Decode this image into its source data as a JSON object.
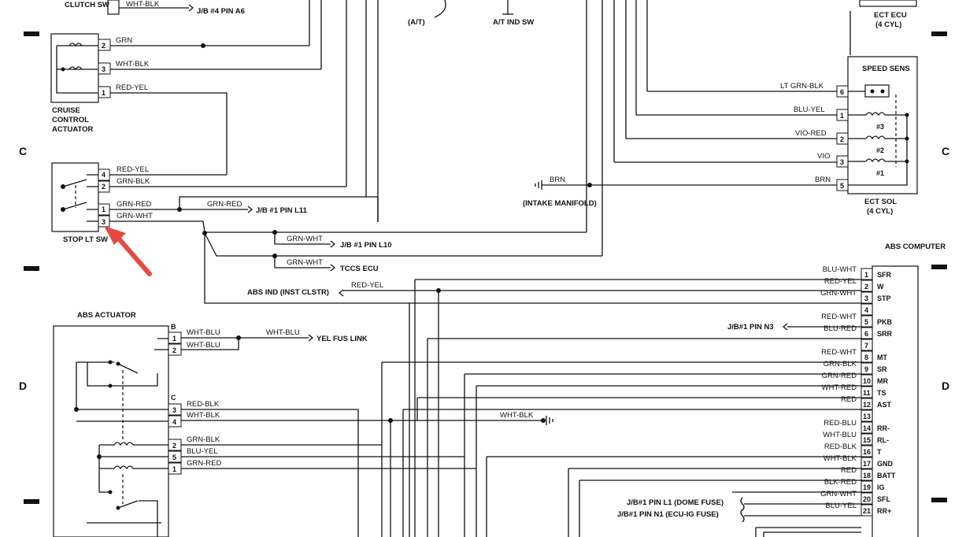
{
  "grid": {
    "row_c": "C",
    "row_d": "D"
  },
  "labels": {
    "clutch_sw": "CLUTCH SW",
    "jb4_a6": "J/B #4 PIN A6",
    "at": "(A/T)",
    "at_ind_sw": "A/T IND SW",
    "ect_ecu": "ECT ECU",
    "four_cyl": "(4 CYL)",
    "cruise_line1": "CRUISE",
    "cruise_line2": "CONTROL",
    "cruise_line3": "ACTUATOR",
    "speed_sens": "SPEED SENS",
    "stop_lt_sw": "STOP LT SW",
    "ect_sol": "ECT SOL",
    "ect_sol_cyl": "(4 CYL)",
    "intake_manifold": "(INTAKE MANIFOLD)",
    "jb1_l11": "J/B #1 PIN L11",
    "jb1_l10": "J/B #1 PIN L10",
    "tccs_ecu": "TCCS ECU",
    "abs_computer": "ABS COMPUTER",
    "abs_ind": "ABS IND (INST CLSTR)",
    "abs_actuator": "ABS ACTUATOR",
    "yel_fus_link": "YEL FUS LINK",
    "jb1_n3": "J/B#1 PIN N3",
    "jb1_l1": "J/B#1 PIN L1 (DOME FUSE)",
    "jb1_n1": "J/B#1 PIN N1 (ECU-IG FUSE)",
    "sol3": "#3",
    "sol2": "#2",
    "sol1": "#1",
    "conn_b": "B",
    "conn_c": "C"
  },
  "wires": {
    "wht_blk_clutch": "WHT-BLK",
    "cruise_grn": "GRN",
    "cruise_wht_blk": "WHT-BLK",
    "cruise_red_yel": "RED-YEL",
    "stop_red_yel": "RED-YEL",
    "stop_grn_blk": "GRN-BLK",
    "stop_grn_red": "GRN-RED",
    "stop_grn_red2": "GRN-RED",
    "stop_grn_wht": "GRN-WHT",
    "grn_wht_l10": "GRN-WHT",
    "grn_wht_tccs": "GRN-WHT",
    "abs_ind_red_yel": "RED-YEL",
    "lt_grn_blk": "LT GRN-BLK",
    "blu_yel": "BLU-YEL",
    "vio_red": "VIO-RED",
    "vio": "VIO",
    "brn_sol": "BRN",
    "brn_ground": "BRN",
    "act_wht_blu_1": "WHT-BLU",
    "act_wht_blu_2": "WHT-BLU",
    "fus_wht_blu": "WHT-BLU",
    "act_red_blk": "RED-BLK",
    "act_wht_blk": "WHT-BLK",
    "gnd_wht_blk": "WHT-BLK",
    "act_grn_blk": "GRN-BLK",
    "act_blu_yel": "BLU-YEL",
    "act_grn_red": "GRN-RED"
  },
  "abs_pins": [
    {
      "num": "1",
      "wire": "BLU-WHT",
      "name": "SFR"
    },
    {
      "num": "2",
      "wire": "RED-YEL",
      "name": "W"
    },
    {
      "num": "3",
      "wire": "GRN-WHT",
      "name": "STP"
    },
    {
      "num": "4",
      "wire": "",
      "name": ""
    },
    {
      "num": "5",
      "wire": "RED-WHT",
      "name": "PKB"
    },
    {
      "num": "6",
      "wire": "BLU-RED",
      "name": "SRR"
    },
    {
      "num": "7",
      "wire": "",
      "name": ""
    },
    {
      "num": "8",
      "wire": "RED-WHT",
      "name": "MT"
    },
    {
      "num": "9",
      "wire": "GRN-BLK",
      "name": "SR"
    },
    {
      "num": "10",
      "wire": "GRN-RED",
      "name": "MR"
    },
    {
      "num": "11",
      "wire": "WHT-RED",
      "name": "TS"
    },
    {
      "num": "12",
      "wire": "RED",
      "name": "AST"
    },
    {
      "num": "13",
      "wire": "",
      "name": ""
    },
    {
      "num": "14",
      "wire": "RED-BLU",
      "name": "RR-"
    },
    {
      "num": "15",
      "wire": "WHT-BLU",
      "name": "RL-"
    },
    {
      "num": "16",
      "wire": "RED-BLK",
      "name": "T"
    },
    {
      "num": "17",
      "wire": "WHT-BLK",
      "name": "GND"
    },
    {
      "num": "18",
      "wire": "RED",
      "name": "BATT"
    },
    {
      "num": "19",
      "wire": "BLK-RED",
      "name": "IG"
    },
    {
      "num": "20",
      "wire": "GRN-WHT",
      "name": "SFL"
    },
    {
      "num": "21",
      "wire": "BLU-YEL",
      "name": "RR+"
    }
  ],
  "pins": {
    "cruise": [
      "2",
      "3",
      "1"
    ],
    "stop": [
      "4",
      "2",
      "1",
      "3"
    ],
    "speed": [
      "6",
      "1",
      "2",
      "3",
      "5"
    ],
    "act_b": [
      "1",
      "2"
    ],
    "act_c": [
      "3",
      "4"
    ],
    "act_low": [
      "2",
      "5",
      "1"
    ]
  },
  "colors": {
    "ink": "#111111",
    "arrow": "#e8493f",
    "background": "#ffffff"
  }
}
